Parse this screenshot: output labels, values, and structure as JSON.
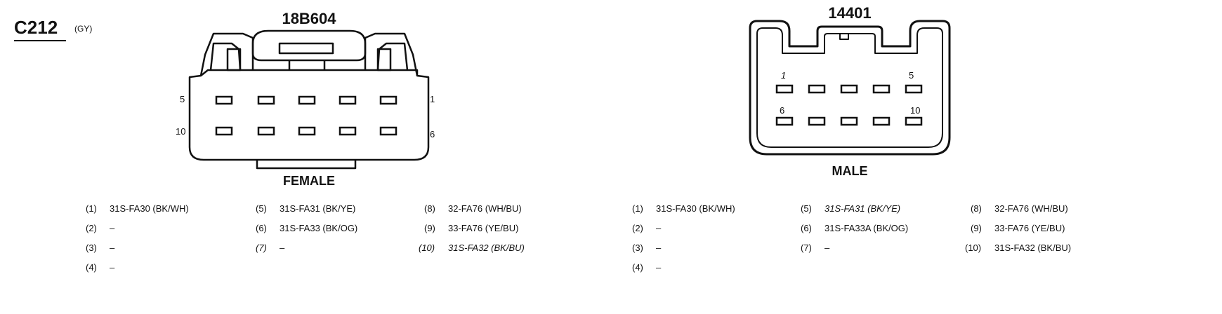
{
  "connector": {
    "id": "C212",
    "color_code": "(GY)"
  },
  "female": {
    "part_number": "18B604",
    "label": "FEMALE",
    "corner_labels": {
      "top_left": "5",
      "top_right": "1",
      "bottom_left": "10",
      "bottom_right": "6"
    },
    "pins": [
      {
        "num": "(1)",
        "wire": "31S-FA30 (BK/WH)"
      },
      {
        "num": "(2)",
        "wire": "–"
      },
      {
        "num": "(3)",
        "wire": "–"
      },
      {
        "num": "(4)",
        "wire": "–"
      },
      {
        "num": "(5)",
        "wire": "31S-FA31 (BK/YE)"
      },
      {
        "num": "(6)",
        "wire": "31S-FA33 (BK/OG)"
      },
      {
        "num": "(7)",
        "wire": "–"
      },
      {
        "num": "(8)",
        "wire": "32-FA76 (WH/BU)"
      },
      {
        "num": "(9)",
        "wire": "33-FA76 (YE/BU)"
      },
      {
        "num": "(10)",
        "wire": "31S-FA32 (BK/BU)"
      }
    ]
  },
  "male": {
    "part_number": "14401",
    "label": "MALE",
    "corner_labels": {
      "top_left": "1",
      "top_right": "5",
      "bottom_left": "6",
      "bottom_right": "10"
    },
    "pins": [
      {
        "num": "(1)",
        "wire": "31S-FA30 (BK/WH)"
      },
      {
        "num": "(2)",
        "wire": "–"
      },
      {
        "num": "(3)",
        "wire": "–"
      },
      {
        "num": "(4)",
        "wire": "–"
      },
      {
        "num": "(5)",
        "wire": "31S-FA31 (BK/YE)"
      },
      {
        "num": "(6)",
        "wire": "31S-FA33A (BK/OG)"
      },
      {
        "num": "(7)",
        "wire": "–"
      },
      {
        "num": "(8)",
        "wire": "32-FA76 (WH/BU)"
      },
      {
        "num": "(9)",
        "wire": "33-FA76 (YE/BU)"
      },
      {
        "num": "(10)",
        "wire": "31S-FA32 (BK/BU)"
      }
    ]
  }
}
